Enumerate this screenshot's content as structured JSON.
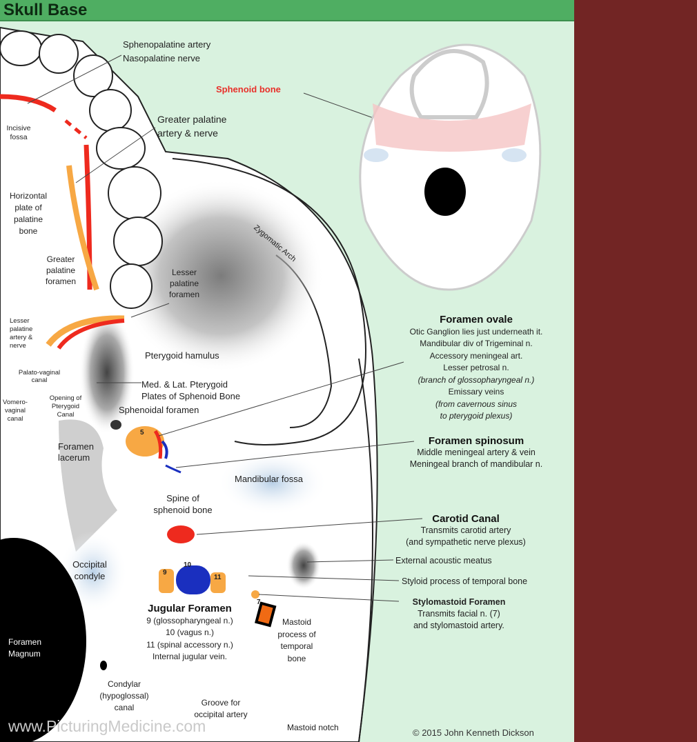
{
  "header": {
    "title": "Skull Base"
  },
  "labels": {
    "sphenopalatine": "Sphenopalatine artery",
    "nasopalatine": "Nasopalatine nerve",
    "sphenoid_bone": "Sphenoid bone",
    "greater_palatine_1": "Greater palatine",
    "greater_palatine_2": "artery & nerve",
    "incisive_1": "Incisive",
    "incisive_2": "fossa",
    "horizontal_1": "Horizontal",
    "horizontal_2": "plate of",
    "horizontal_3": "palatine",
    "horizontal_4": "bone",
    "zygomatic": "Zygomatic Arch",
    "gp_foramen_1": "Greater",
    "gp_foramen_2": "palatine",
    "gp_foramen_3": "foramen",
    "lp_foramen_1": "Lesser",
    "lp_foramen_2": "palatine",
    "lp_foramen_3": "foramen",
    "lpan_1": "Lesser",
    "lpan_2": "palatine",
    "lpan_3": "artery &",
    "lpan_4": "nerve",
    "pterygoid_hamulus": "Pterygoid hamulus",
    "palatovaginal_1": "Palato-vaginal",
    "palatovaginal_2": "canal",
    "plates_1": "Med. & Lat. Pterygoid",
    "plates_2": "Plates of Sphenoid Bone",
    "opening_1": "Opening of",
    "opening_2": "Pterygoid",
    "opening_3": "Canal",
    "vomero_1": "Vomero-",
    "vomero_2": "vaginal",
    "vomero_3": "canal",
    "sphenoidal_foramen": "Sphenoidal foramen",
    "lacerum_1": "Foramen",
    "lacerum_2": "lacerum",
    "mandibular_fossa": "Mandibular fossa",
    "spine_1": "Spine of",
    "spine_2": "sphenoid bone",
    "occipital_1": "Occipital",
    "occipital_2": "condyle",
    "magnum_1": "Foramen",
    "magnum_2": "Magnum",
    "condylar_1": "Condylar",
    "condylar_2": "(hypoglossal)",
    "condylar_3": "canal",
    "groove_1": "Groove for",
    "groove_2": "occipital artery",
    "mastoid_notch": "Mastoid notch",
    "mastoid_1": "Mastoid",
    "mastoid_2": "process of",
    "mastoid_3": "temporal",
    "mastoid_4": "bone",
    "external_acoustic": "External acoustic meatus",
    "styloid": "Styloid process of temporal bone"
  },
  "ovale": {
    "title": "Foramen ovale",
    "lines": [
      "Otic Ganglion lies just underneath it.",
      "Mandibular div of Trigeminal n.",
      "Accessory meningeal art.",
      "Lesser petrosal n.",
      "(branch of glossopharyngeal n.)",
      "Emissary veins",
      "(from cavernous sinus",
      "to pterygoid plexus)"
    ]
  },
  "spinosum": {
    "title": "Foramen spinosum",
    "lines": [
      "Middle meningeal artery & vein",
      "Meningeal branch of mandibular n."
    ]
  },
  "carotid": {
    "title": "Carotid Canal",
    "lines": [
      "Transmits carotid artery",
      "(and sympathetic nerve plexus)"
    ]
  },
  "stylomastoid": {
    "title": "Stylomastoid Foramen",
    "lines": [
      "Transmits facial n. (7)",
      "and stylomastoid artery."
    ]
  },
  "jugular": {
    "title": "Jugular Foramen",
    "lines": [
      "9 (glossopharyngeal n.)",
      "10 (vagus n.)",
      "11 (spinal accessory n.)",
      "Internal jugular vein."
    ]
  },
  "numbers": {
    "n5": "5",
    "n9": "9",
    "n10": "10",
    "n11": "11",
    "n7": "7"
  },
  "footer": {
    "watermark": "www.PicturingMedicine.com",
    "copyright": "© 2015 John Kenneth Dickson"
  },
  "colors": {
    "header": "#4fae62",
    "panel": "#d9f2df",
    "side": "#722524",
    "artery": "#ee2a1e",
    "nerve": "#f7a844",
    "vein": "#1a2fbf"
  }
}
